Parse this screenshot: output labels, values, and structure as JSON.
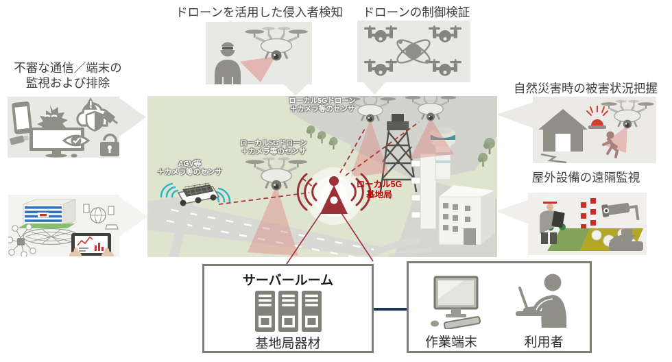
{
  "colors": {
    "accent_red": "#9b3136",
    "label_red": "#c00000",
    "icon_gray": "#8f8f88",
    "callout_bg": "#e8e8e5",
    "map_green": "#dfe4cf",
    "road_gray": "#d8d9d4",
    "apron_gray": "#d2d3cd",
    "navy_connector": "#17365d",
    "box_border": "#7d7d76",
    "beam_pink": "rgba(221,130,125,0.45)",
    "agv_cyan": "#2fb4c8"
  },
  "callouts": {
    "intruder_detection": {
      "title": "ドローンを活用した侵入者検知",
      "icons": [
        "intruder-person-icon",
        "drone-icon",
        "camera-beam"
      ]
    },
    "drone_control": {
      "title": "ドローンの制御検証",
      "icons": [
        "drone-top-icon",
        "atom-icon"
      ]
    },
    "suspicious_comm": {
      "title_line1": "不審な通信／端末の",
      "title_line2": "監視および排除",
      "icons": [
        "smartphone-icon",
        "malware-icon",
        "monitor-icon",
        "usb-icon",
        "eye-check-icon",
        "cloud-shield-icon",
        "padlock-icon"
      ]
    },
    "network_building": {
      "icons": [
        "office-building-icon",
        "mesh-network-icon",
        "iot-devices-icon",
        "globe-devices-icon",
        "tablet-hands-icon"
      ]
    },
    "disaster": {
      "title": "自然災害時の被害状況把握",
      "icons": [
        "house-icon",
        "warning-beacon-icon",
        "running-person-icon",
        "drone-icon",
        "camera-beam"
      ]
    },
    "outdoor": {
      "title": "屋外設備の遠隔監視",
      "icons": [
        "field-worker-icon",
        "striped-chimney-icon",
        "tank-yard-icon",
        "cctv-camera-icon",
        "vehicle-camera-icon"
      ]
    }
  },
  "map": {
    "labels": {
      "drone_top": {
        "line1": "ローカル5Gドローン",
        "line2": "＋カメラ等のセンサ"
      },
      "drone_mid": {
        "line1": "ローカル5Gドローン",
        "line2": "＋カメラ等のセンサ"
      },
      "agv": {
        "line1": "AGV等",
        "line2": "＋カメラ等のセンサ"
      },
      "base_station": {
        "line1": "ローカル5G",
        "line2": "基地局"
      }
    },
    "icons": [
      "local5g-base-station-icon",
      "drone-icon",
      "agv-icon",
      "lattice-tower-icon",
      "control-tower-icon",
      "building-icon",
      "tree-icon"
    ]
  },
  "server_room": {
    "title": "サーバールーム",
    "equipment_label": "基地局器材",
    "icons": [
      "server-rack-icon"
    ]
  },
  "operations": {
    "work_terminal_label": "作業端末",
    "user_label": "利用者",
    "icons": [
      "desktop-terminal-icon",
      "user-laptop-icon"
    ]
  }
}
